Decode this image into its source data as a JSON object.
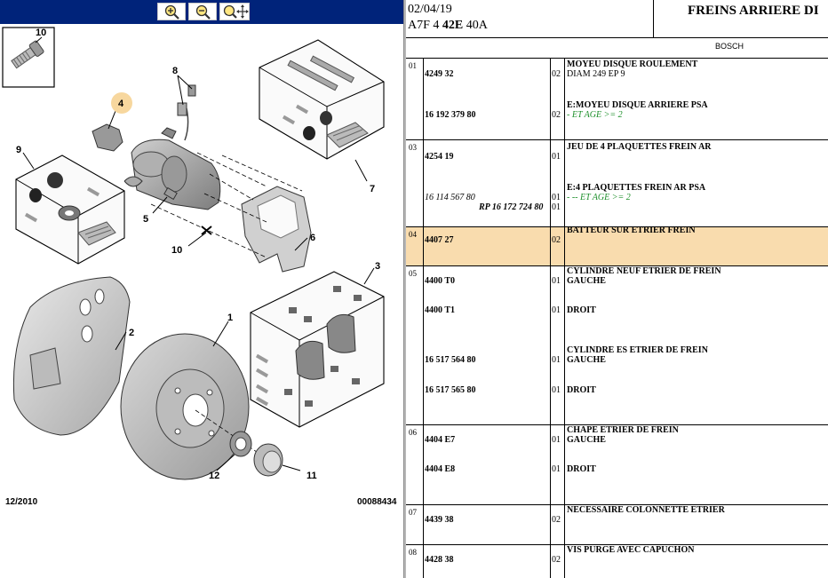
{
  "toolbar": {
    "zoom_in": "zoom-in-icon",
    "zoom_out": "zoom-out-icon",
    "zoom_pan": "zoom-pan-icon"
  },
  "diagram": {
    "date": "12/2010",
    "ref": "00088434",
    "callouts": [
      "1",
      "2",
      "3",
      "4",
      "5",
      "6",
      "7",
      "8",
      "9",
      "10",
      "10",
      "11",
      "12"
    ]
  },
  "header": {
    "date": "02/04/19",
    "code_pre": "A7F 4 ",
    "code_bold": "42E",
    "code_post": " 40A",
    "title": "FREINS ARRIERE DI"
  },
  "brand": "BOSCH",
  "rows": [
    {
      "num": "01",
      "lines": [
        {
          "ref": "4249 32",
          "qty": "02",
          "desc": "MOYEU DISQUE ROULEMENT",
          "desc2": "DIAM 249 EP 9"
        },
        {
          "ref": "16 192 379 80",
          "qty": "02",
          "desc": "E:MOYEU DISQUE ARRIERE PSA",
          "note": "- ET AGE >= 2"
        }
      ]
    },
    {
      "num": "03",
      "lines": [
        {
          "ref": "4254 19",
          "qty": "01",
          "desc": "JEU DE 4 PLAQUETTES FREIN AR"
        },
        {
          "ref": "16 114 567 80",
          "ref_b": "RP 16 172 724 80",
          "qty": "01",
          "qty_b": "01",
          "desc": "E:4 PLAQUETTES FREIN AR PSA",
          "note": "- -- ET AGE >= 2"
        }
      ]
    },
    {
      "num": "04",
      "lines": [
        {
          "ref": "4407 27",
          "qty": "02",
          "desc": "BATTEUR SUR ETRIER FREIN"
        }
      ]
    },
    {
      "num": "05",
      "lines": [
        {
          "ref": "4400 T0",
          "qty": "01",
          "desc": "CYLINDRE NEUF ETRIER DE FREIN",
          "desc2": "GAUCHE"
        },
        {
          "ref": "4400 T1",
          "qty": "01",
          "desc": "DROIT"
        },
        {
          "ref": "16 517 564 80",
          "qty": "01",
          "desc": "CYLINDRE ES ETRIER DE FREIN",
          "desc2": "GAUCHE"
        },
        {
          "ref": "16 517 565 80",
          "qty": "01",
          "desc": "DROIT"
        }
      ]
    },
    {
      "num": "06",
      "lines": [
        {
          "ref": "4404 E7",
          "qty": "01",
          "desc": "CHAPE ETRIER DE FREIN",
          "desc2": "GAUCHE"
        },
        {
          "ref": "4404 E8",
          "qty": "01",
          "desc": "DROIT"
        }
      ]
    },
    {
      "num": "07",
      "lines": [
        {
          "ref": "4439 38",
          "qty": "02",
          "desc": "NECESSAIRE COLONNETTE ETRIER"
        }
      ]
    },
    {
      "num": "08",
      "lines": [
        {
          "ref": "4428 38",
          "qty": "02",
          "desc": "VIS PURGE AVEC CAPUCHON"
        }
      ]
    }
  ],
  "colors": {
    "toolbar": "#00237a",
    "highlight": "#f9dcae",
    "callout_highlight": "#f7d79e",
    "note": "#1c8f2a"
  }
}
